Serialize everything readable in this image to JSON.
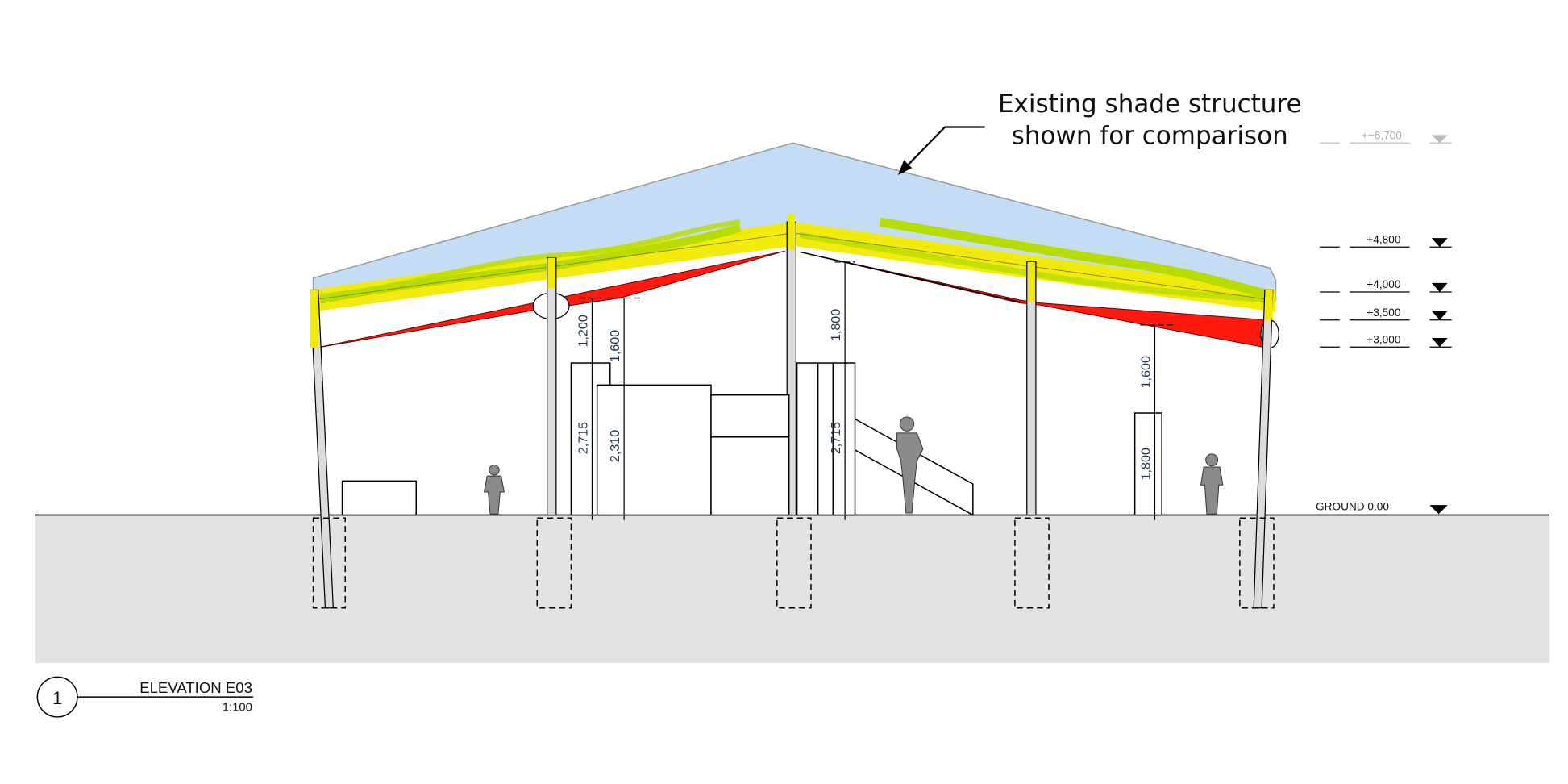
{
  "annotation": {
    "line1": "Existing shade structure",
    "line2": "shown for comparison"
  },
  "levels": [
    {
      "label": "+~6,700",
      "existing": true
    },
    {
      "label": "+4,800"
    },
    {
      "label": "+4,000"
    },
    {
      "label": "+3,500"
    },
    {
      "label": "+3,000"
    },
    {
      "label": "GROUND 0.00"
    }
  ],
  "dimensions": [
    "1,200",
    "1,600",
    "2,715",
    "2,310",
    "1,800",
    "2,715",
    "1,600",
    "1,800"
  ],
  "title": {
    "number": "1",
    "name": "ELEVATION E03",
    "scale": "1:100"
  },
  "colors": {
    "sail": "#ff1a0f",
    "existing_roof": "#c5dcf5",
    "beam": "#f2ea00",
    "highlight": "#b8dc00",
    "ground": "#e3e3e3"
  }
}
